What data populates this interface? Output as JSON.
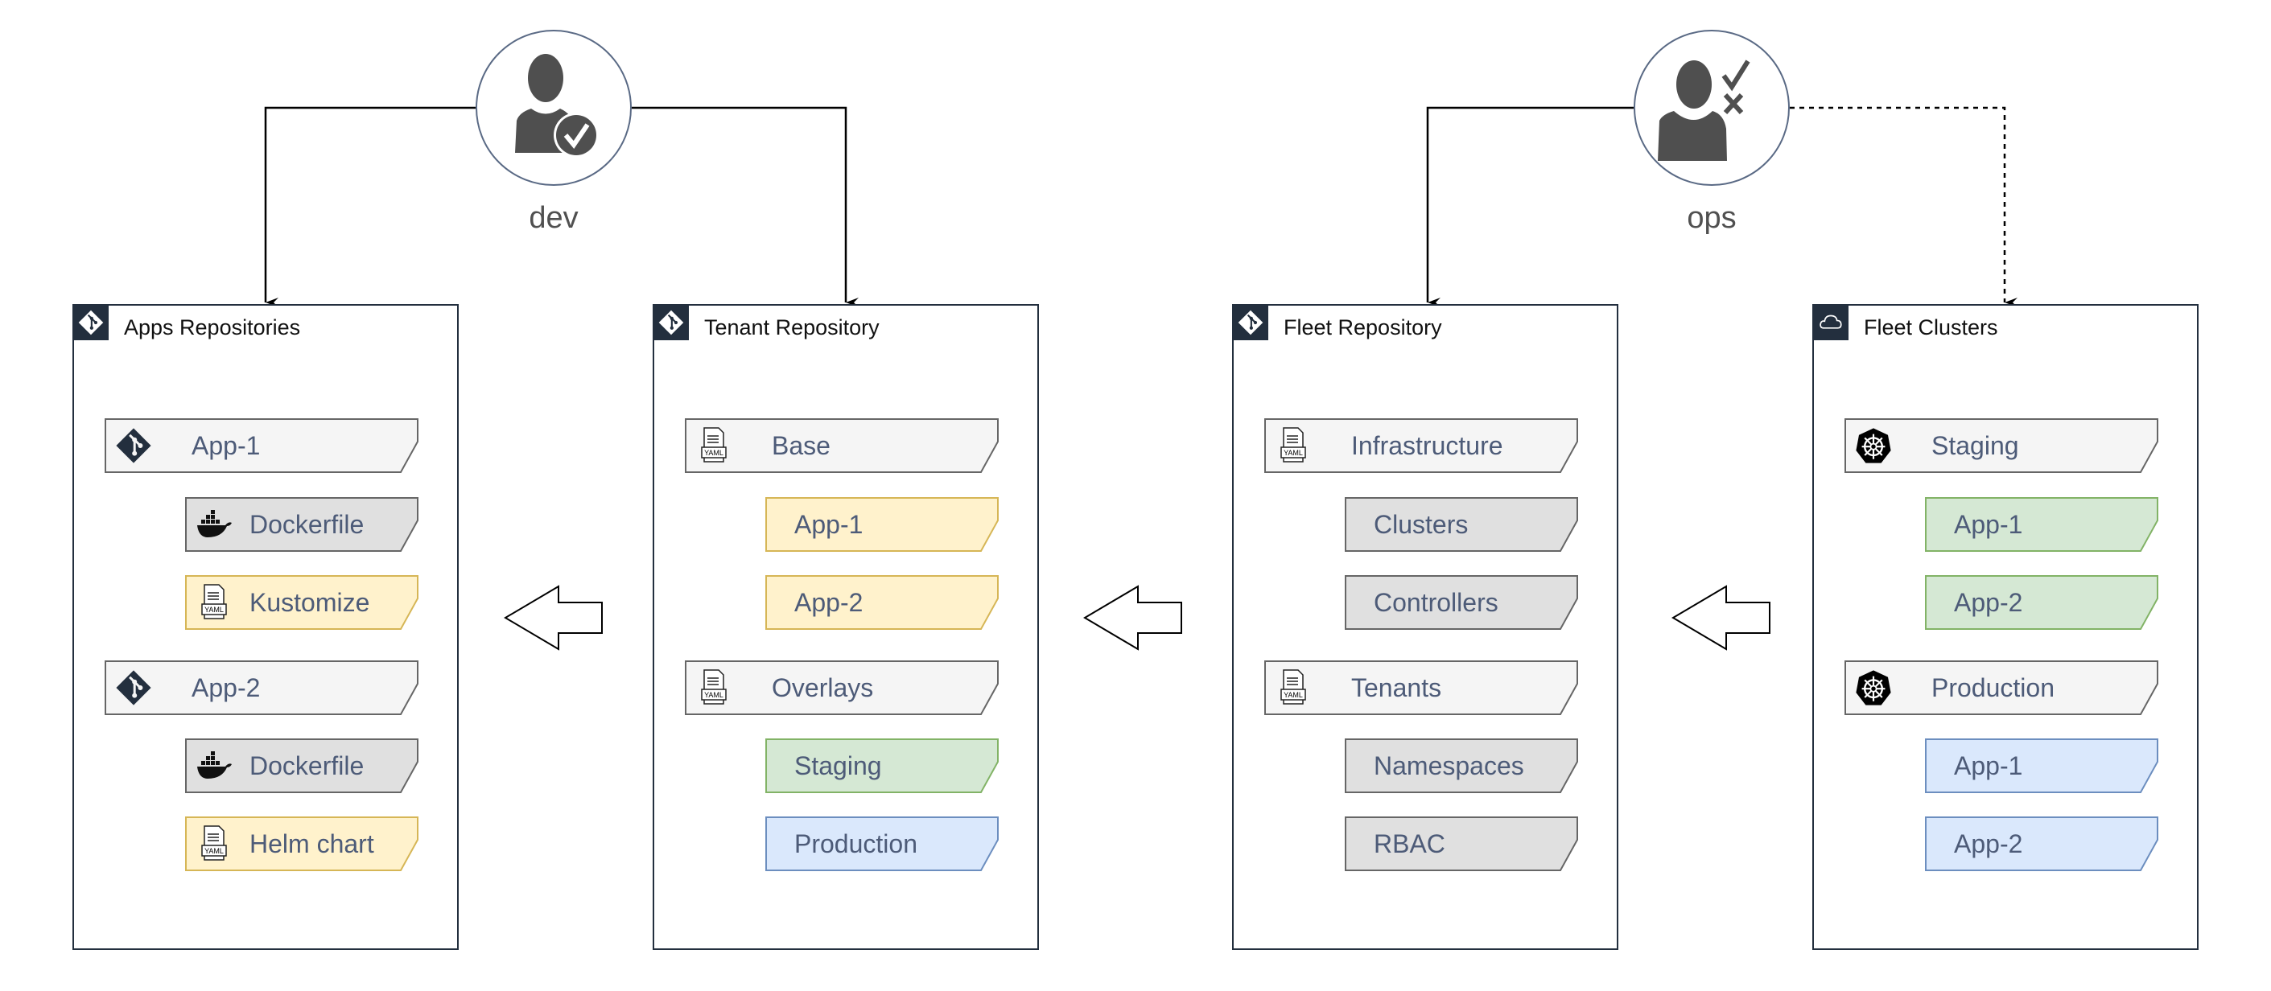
{
  "personas": [
    {
      "id": "dev",
      "label": "dev",
      "icon": "user-check-icon"
    },
    {
      "id": "ops",
      "label": "ops",
      "icon": "user-approve-reject-icon"
    }
  ],
  "colors": {
    "container_border": "#232f3e",
    "gray_light": {
      "fill": "#f5f5f5",
      "stroke": "#666666"
    },
    "gray": {
      "fill": "#e0e0e0",
      "stroke": "#666666"
    },
    "yellow": {
      "fill": "#fff2cc",
      "stroke": "#d6b656"
    },
    "green": {
      "fill": "#d5e8d4",
      "stroke": "#82b366"
    },
    "blue": {
      "fill": "#dae8fc",
      "stroke": "#6c8ebf"
    }
  },
  "containers": [
    {
      "title": "Apps Repositories",
      "icon": "git-icon",
      "items": [
        {
          "label": "App-1",
          "level": 0,
          "style": "gray_light",
          "icon": "git-icon"
        },
        {
          "label": "Dockerfile",
          "level": 1,
          "style": "gray",
          "icon": "docker-icon"
        },
        {
          "label": "Kustomize",
          "level": 1,
          "style": "yellow",
          "icon": "yaml-icon"
        },
        {
          "label": "App-2",
          "level": 0,
          "style": "gray_light",
          "icon": "git-icon"
        },
        {
          "label": "Dockerfile",
          "level": 1,
          "style": "gray",
          "icon": "docker-icon"
        },
        {
          "label": "Helm chart",
          "level": 1,
          "style": "yellow",
          "icon": "yaml-icon"
        }
      ]
    },
    {
      "title": "Tenant Repository",
      "icon": "git-icon",
      "items": [
        {
          "label": "Base",
          "level": 0,
          "style": "gray_light",
          "icon": "yaml-icon"
        },
        {
          "label": "App-1",
          "level": 1,
          "style": "yellow"
        },
        {
          "label": "App-2",
          "level": 1,
          "style": "yellow"
        },
        {
          "label": "Overlays",
          "level": 0,
          "style": "gray_light",
          "icon": "yaml-icon"
        },
        {
          "label": "Staging",
          "level": 1,
          "style": "green"
        },
        {
          "label": "Production",
          "level": 1,
          "style": "blue"
        }
      ]
    },
    {
      "title": "Fleet Repository",
      "icon": "git-icon",
      "items": [
        {
          "label": "Infrastructure",
          "level": 0,
          "style": "gray_light",
          "icon": "yaml-icon"
        },
        {
          "label": "Clusters",
          "level": 1,
          "style": "gray"
        },
        {
          "label": "Controllers",
          "level": 1,
          "style": "gray"
        },
        {
          "label": "Tenants",
          "level": 0,
          "style": "gray_light",
          "icon": "yaml-icon"
        },
        {
          "label": "Namespaces",
          "level": 1,
          "style": "gray"
        },
        {
          "label": "RBAC",
          "level": 1,
          "style": "gray"
        }
      ]
    },
    {
      "title": "Fleet Clusters",
      "icon": "cloud-icon",
      "items": [
        {
          "label": "Staging",
          "level": 0,
          "style": "gray_light",
          "icon": "kubernetes-icon"
        },
        {
          "label": "App-1",
          "level": 1,
          "style": "green"
        },
        {
          "label": "App-2",
          "level": 1,
          "style": "green"
        },
        {
          "label": "Production",
          "level": 0,
          "style": "gray_light",
          "icon": "kubernetes-icon"
        },
        {
          "label": "App-1",
          "level": 1,
          "style": "blue"
        },
        {
          "label": "App-2",
          "level": 1,
          "style": "blue"
        }
      ]
    }
  ]
}
